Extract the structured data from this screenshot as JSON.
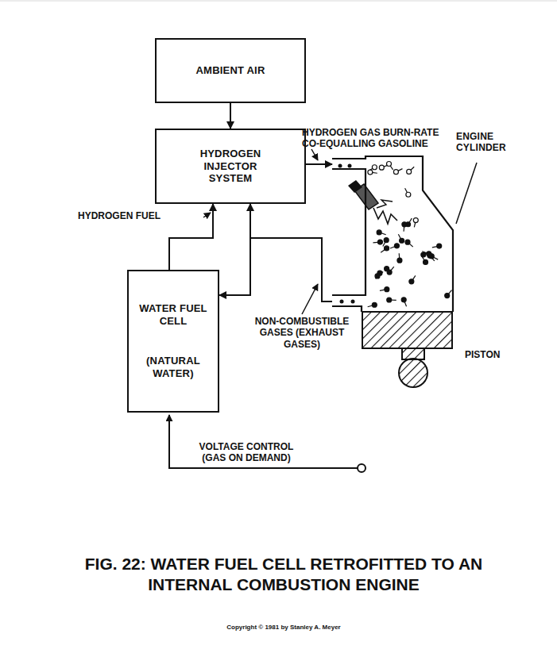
{
  "diagram": {
    "caption": "FIG. 22: WATER FUEL CELL RETROFITTED TO AN INTERNAL COMBUSTION ENGINE",
    "nodes": [
      {
        "text": [
          "AMBIENT AIR"
        ]
      },
      {
        "text": [
          "HYDROGEN INJECTOR SYSTEM"
        ]
      },
      {
        "text": [
          "WATER FUEL CELL",
          "(NATURAL WATER)"
        ]
      },
      {
        "text": [
          "ENGINE CYLINDER"
        ]
      }
    ],
    "edges": [
      {
        "from": 0,
        "to": 1,
        "arrow": "to"
      },
      {
        "from": 2,
        "to": 1,
        "label": "HYDROGEN FUEL",
        "arrow": "to"
      },
      {
        "from": 1,
        "to": 3,
        "label": "HYDROGEN GAS BURN-RATE CO-EQUALLING GASOLINE",
        "arrow": "to"
      },
      {
        "from": 3,
        "to": 1,
        "arrow": "to"
      },
      {
        "from": 3,
        "to": 2,
        "label": "NON-COMBUSTIBLE GASES (EXHAUST GASES)",
        "arrow": "to"
      }
    ],
    "labels": [
      "PISTON",
      "VOLTAGE CONTROL (GAS ON DEMAND)",
      "Copyright © 1981 by Stanley A. Meyer"
    ]
  }
}
